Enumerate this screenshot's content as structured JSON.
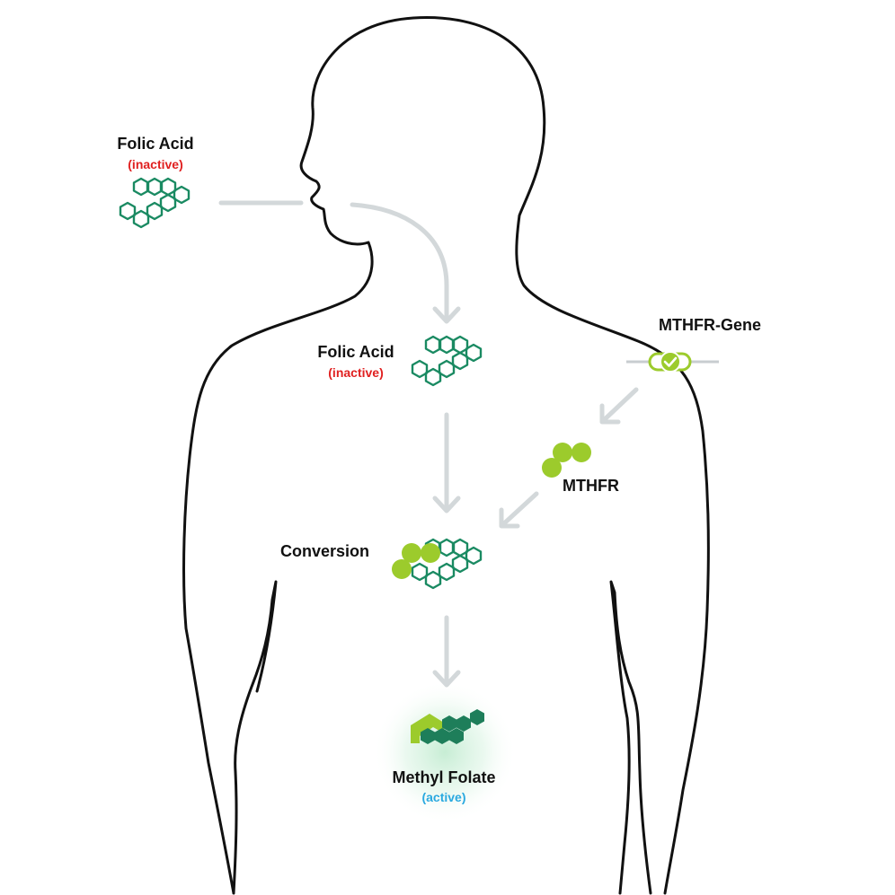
{
  "labels": {
    "folic_acid_outside": "Folic Acid",
    "inactive_outside": "(inactive)",
    "folic_acid_inside": "Folic Acid",
    "inactive_inside": "(inactive)",
    "mthfr_gene": "MTHFR-Gene",
    "mthfr": "MTHFR",
    "conversion": "Conversion",
    "methyl_folate": "Methyl Folate",
    "active": "(active)"
  },
  "colors": {
    "outline": "#111111",
    "arrow": "#d3d8da",
    "molecule": "#1a8a62",
    "molecule_active": "#1e7e5a",
    "enzyme": "#9ccb2c",
    "inactive": "#e02020",
    "active": "#2aa9e0",
    "glow": "#cdeed8"
  },
  "icons": [
    "molecule-chain-icon",
    "gene-check-icon",
    "enzyme-dots-icon",
    "methyl-folate-icon"
  ]
}
